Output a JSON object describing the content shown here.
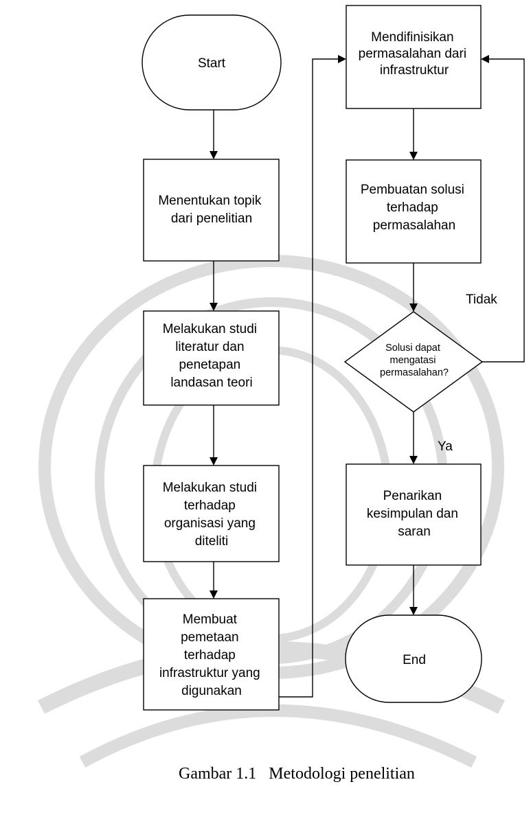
{
  "diagram": {
    "nodes": {
      "start": {
        "lines": [
          "Start"
        ]
      },
      "topik": {
        "lines": [
          "Menentukan topik",
          "dari penelitian"
        ]
      },
      "literatur": {
        "lines": [
          "Melakukan studi",
          "literatur dan",
          "penetapan",
          "landasan teori"
        ]
      },
      "organisasi": {
        "lines": [
          "Melakukan studi",
          "terhadap",
          "organisasi yang",
          "diteliti"
        ]
      },
      "pemetaan": {
        "lines": [
          "Membuat",
          "pemetaan",
          "terhadap",
          "infrastruktur yang",
          "digunakan"
        ]
      },
      "definisi": {
        "lines": [
          "Mendifinisikan",
          "permasalahan dari",
          "infrastruktur"
        ]
      },
      "solusi": {
        "lines": [
          "Pembuatan solusi",
          "terhadap",
          "permasalahan"
        ]
      },
      "decision": {
        "lines": [
          "Solusi dapat",
          "mengatasi",
          "permasalahan?"
        ]
      },
      "kesimpulan": {
        "lines": [
          "Penarikan",
          "kesimpulan dan",
          "saran"
        ]
      },
      "end": {
        "lines": [
          "End"
        ]
      }
    },
    "edge_labels": {
      "tidak": "Tidak",
      "ya": "Ya"
    }
  },
  "caption": "Gambar 1.1   Metodologi penelitian"
}
